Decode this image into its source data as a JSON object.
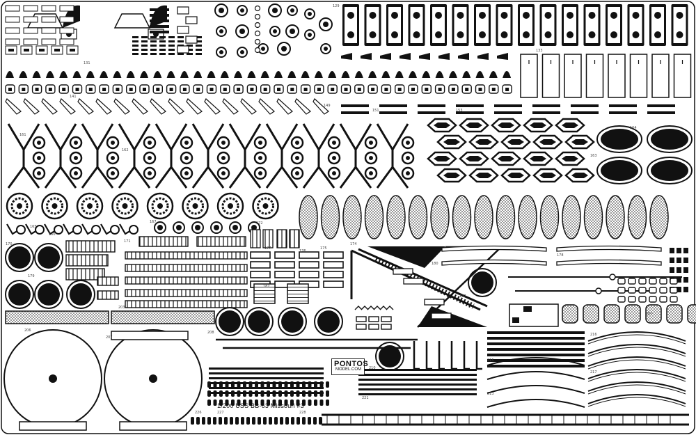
{
  "sheet": {
    "caption": "1/200 USS BB-63 Missouri #3",
    "logo_main": "PONTOS",
    "logo_sub": "MODEL.COM",
    "colors": {
      "metal": "#ffffff",
      "etch": "#111111",
      "shade": "#9a9a9a"
    }
  },
  "labels": {
    "n129": "129",
    "n131": "131",
    "n133": "133",
    "n141": "141",
    "n149": "149",
    "n151": "151",
    "n153": "153",
    "n161": "161",
    "n162": "162",
    "n163": "163",
    "n164": "164",
    "n165": "165",
    "n166": "166",
    "n167": "167",
    "n170": "170",
    "n171": "171",
    "n172": "172",
    "n174": "174",
    "n175": "175",
    "n176": "176",
    "n177": "177",
    "n178": "178",
    "n179": "179",
    "n180": "180",
    "n182": "182",
    "n197": "197",
    "n200": "200",
    "n203": "203",
    "n206": "206",
    "n207": "207",
    "n208": "208",
    "n210": "210",
    "n213": "213",
    "n215": "215",
    "n216": "216",
    "n217": "217",
    "n221": "221",
    "n226": "226",
    "n227": "227",
    "n228": "228"
  }
}
